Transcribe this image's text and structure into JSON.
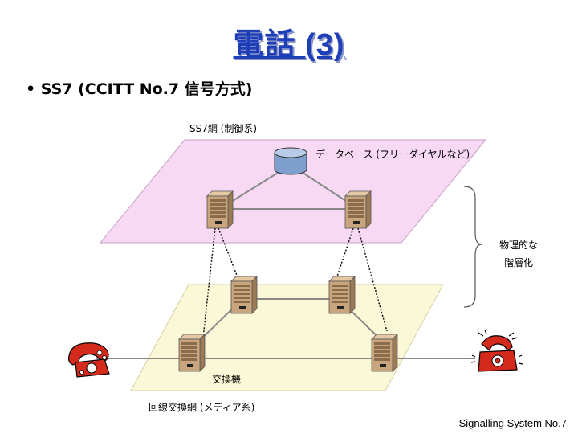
{
  "slide": {
    "title": "電話 (3)",
    "bullet": "• SS7 (CCITT No.7 信号方式)",
    "footer": "Signalling System No.7"
  },
  "diagram": {
    "ss7_network_label": "SS7網 (制御系)",
    "database_label": "データベース (フリーダイヤルなど)",
    "physical_layering_label_line1": "物理的な",
    "physical_layering_label_line2": "階層化",
    "exchange_label": "交換機",
    "circuit_network_label": "回線交換網 (メディア系)",
    "colors": {
      "ss7_plane": "#f7d9f3",
      "circuit_plane": "#fbf8d8",
      "server": "#c9a57d",
      "telephone": "#d42a1c",
      "database": "#7f9fcf"
    }
  }
}
